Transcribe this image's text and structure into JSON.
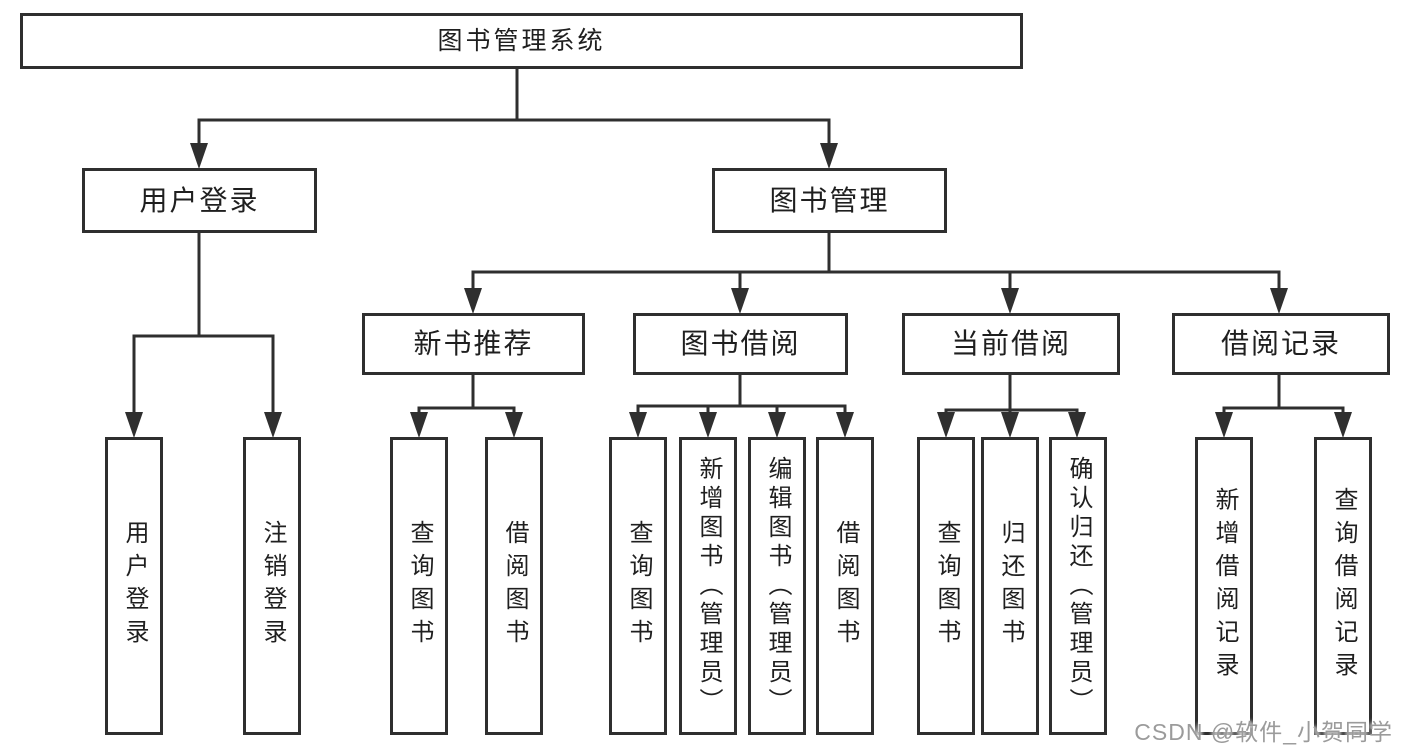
{
  "watermark": "CSDN @软件_小贺同学",
  "colors": {
    "line": "#2f2f2f",
    "text": "#1f1f1f",
    "background": "#ffffff",
    "watermark": "#9b9b9b"
  },
  "tree": {
    "root": {
      "label": "图书管理系统"
    },
    "branches": [
      {
        "label": "用户登录",
        "children": [
          {
            "label": "用户登录"
          },
          {
            "label": "注销登录"
          }
        ]
      },
      {
        "label": "图书管理",
        "children": [
          {
            "label": "新书推荐",
            "children": [
              {
                "label": "查询图书"
              },
              {
                "label": "借阅图书"
              }
            ]
          },
          {
            "label": "图书借阅",
            "children": [
              {
                "label": "查询图书"
              },
              {
                "label": "新增图书（管理员）"
              },
              {
                "label": "编辑图书（管理员）"
              },
              {
                "label": "借阅图书"
              }
            ]
          },
          {
            "label": "当前借阅",
            "children": [
              {
                "label": "查询图书"
              },
              {
                "label": "归还图书"
              },
              {
                "label": "确认归还（管理员）"
              }
            ]
          },
          {
            "label": "借阅记录",
            "children": [
              {
                "label": "新增借阅记录"
              },
              {
                "label": "查询借阅记录"
              }
            ]
          }
        ]
      }
    ]
  }
}
